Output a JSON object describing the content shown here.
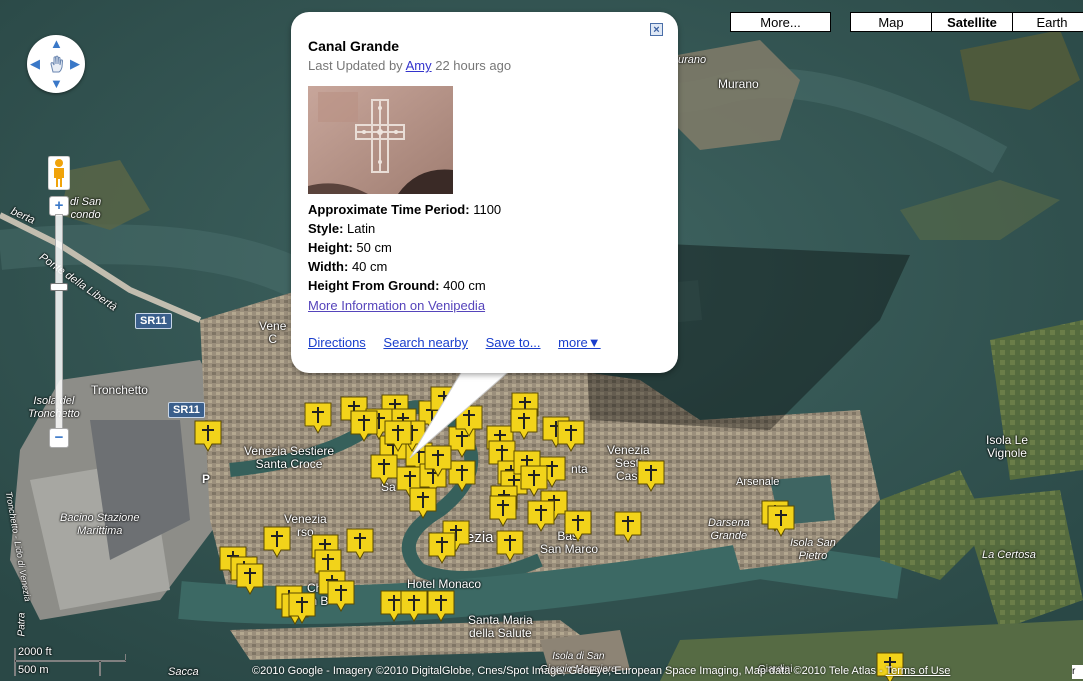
{
  "map_types": [
    "More...",
    "Map",
    "Satellite",
    "Earth"
  ],
  "map_type_selected": "Satellite",
  "colors": {
    "marker": "#f2d31a",
    "water": "#2f5350",
    "accent_link": "#3333cc"
  },
  "labels": {
    "murano_top": "urano",
    "murano": "Murano",
    "san_secondo": "di San\ncondo",
    "liberta1": "berta",
    "liberta2": "Ponte della Libertà",
    "venezia_c": "Vene\nC",
    "tronchetto": "Tronchetto",
    "isola_tronchetto": "Isola del\nTronchetto",
    "santa_croce": "Venezia Sestiere\nSanta Croce",
    "venezia_dorsoduro": "Venezia\nrso",
    "venezia_main": "ezia",
    "san_marco": "Basi\nSan Marco",
    "sestiere_castello": "Venezia\nSesti\nCast",
    "santa": "nta",
    "arsenale": "Arsenale",
    "darsena": "Darsena\nGrande",
    "isola_san_pietro": "Isola San\nPietro",
    "isola_le_vignole": "Isola Le\nVignole",
    "la_certosa": "La Certosa",
    "bacino": "Bacino Stazione\nMarittima",
    "tronchetto_lido": "Tronchetto - Lido di Venezia",
    "hotel_monaco": "Hotel Monaco",
    "santa_maria": "Santa Maria\ndella Salute",
    "isola_giorgio": "Isola di San\nGiorgio Maggiore",
    "sacca": "Sacca",
    "patra": "Patra",
    "chies": "Chie\nn B",
    "sa": "Sa",
    "p": "P",
    "giardini": "Giardini"
  },
  "roads": [
    "SR11",
    "SR11"
  ],
  "info_window": {
    "title": "Canal Grande",
    "updated_prefix": "Last Updated by",
    "updated_user": "Amy",
    "updated_suffix": "22 hours ago",
    "photo_icon": "stone-cross-relief-photo",
    "properties": [
      {
        "label": "Approximate Time Period:",
        "value": "1100"
      },
      {
        "label": "Style:",
        "value": "Latin"
      },
      {
        "label": "Height:",
        "value": "50 cm"
      },
      {
        "label": "Width:",
        "value": "40 cm"
      },
      {
        "label": "Height From Ground:",
        "value": "400 cm"
      }
    ],
    "more_link": "More Information on Venipedia",
    "actions": [
      "Directions",
      "Search nearby",
      "Save to...",
      "more▼"
    ],
    "close_icon": "close-icon"
  },
  "scale": {
    "ft": "2000 ft",
    "m": "500 m"
  },
  "copyright": "©2010 Google - Imagery ©2010 DigitalGlobe, Cnes/Spot Image, GeoEye, European Space Imaging, Map data ©2010 Tele Atlas -",
  "terms": "Terms of Use",
  "marker_count": 60
}
